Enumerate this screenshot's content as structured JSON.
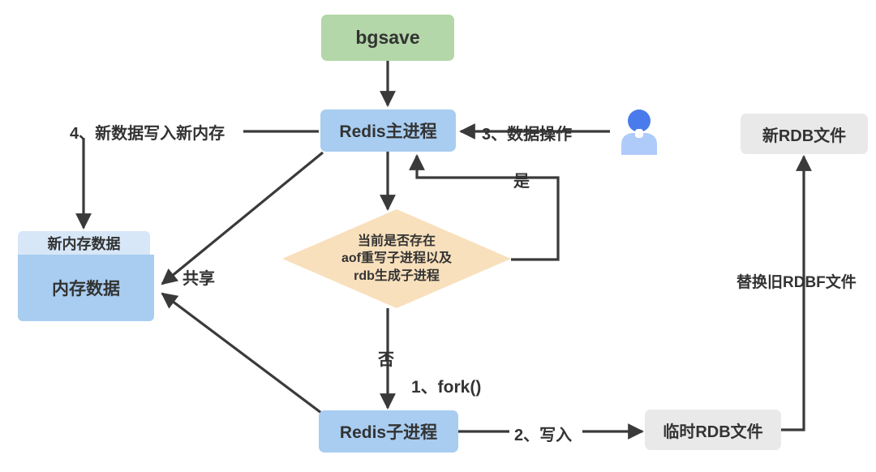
{
  "diagram": {
    "title": "Redis bgsave RDB persistence flow",
    "nodes": {
      "bgsave": {
        "label": "bgsave",
        "color": "#b3d7a8"
      },
      "main_process": {
        "label": "Redis主进程",
        "color": "#a8cdf0"
      },
      "decision": {
        "line1": "当前是否存在",
        "line2": "aof重写子进程以及",
        "line3": "rdb生成子进程",
        "color": "#f8e0bc"
      },
      "new_memory_data": {
        "label": "新内存数据",
        "color": "#d7e7f7"
      },
      "memory_data": {
        "label": "内存数据",
        "color": "#a8cdf0"
      },
      "child_process": {
        "label": "Redis子进程",
        "color": "#a8cdf0"
      },
      "temp_rdb_file": {
        "label": "临时RDB文件",
        "color": "#e9e9e9"
      },
      "new_rdb_file": {
        "label": "新RDB文件",
        "color": "#e9e9e9"
      }
    },
    "edge_labels": {
      "write_new_memory": "4、新数据写入新内存",
      "data_operation": "3、数据操作",
      "yes": "是",
      "no": "否",
      "fork": "1、fork()",
      "write": "2、写入",
      "share": "共享",
      "replace_old_rdbf": "替换旧RDBF文件"
    },
    "icons": {
      "user": "user-avatar-icon"
    },
    "colors": {
      "stroke": "#3a3a3a",
      "background": "#ffffff"
    }
  }
}
